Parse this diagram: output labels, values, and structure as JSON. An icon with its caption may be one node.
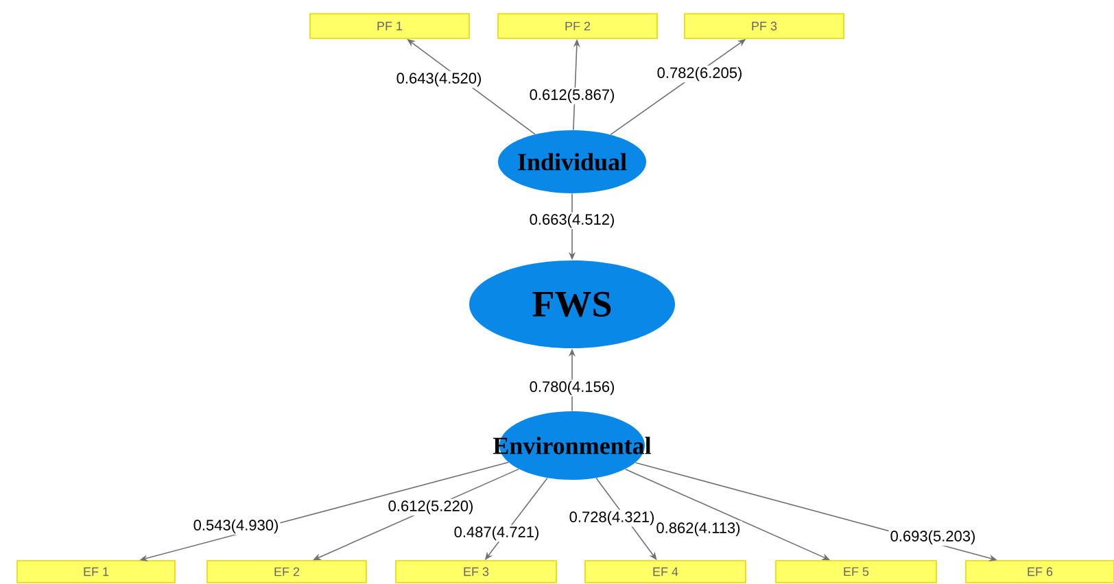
{
  "diagram": {
    "nodes": [
      {
        "text": [
          "PF 1"
        ]
      },
      {
        "text": [
          "PF 2"
        ]
      },
      {
        "text": [
          "PF 3"
        ]
      },
      {
        "text": [
          "Individual"
        ]
      },
      {
        "text": [
          "FWS"
        ]
      },
      {
        "text": [
          "Environmental"
        ]
      },
      {
        "text": [
          "EF 1"
        ]
      },
      {
        "text": [
          "EF 2"
        ]
      },
      {
        "text": [
          "EF 3"
        ]
      },
      {
        "text": [
          "EF 4"
        ]
      },
      {
        "text": [
          "EF 5"
        ]
      },
      {
        "text": [
          "EF 6"
        ]
      }
    ],
    "edges": [
      {
        "from": 3,
        "to": 0,
        "arrow": "to",
        "label": "0.643(4.520)"
      },
      {
        "from": 3,
        "to": 1,
        "arrow": "to",
        "label": "0.612(5.867)"
      },
      {
        "from": 3,
        "to": 2,
        "arrow": "to",
        "label": "0.782(6.205)"
      },
      {
        "from": 3,
        "to": 4,
        "arrow": "to",
        "label": "0.663(4.512)"
      },
      {
        "from": 5,
        "to": 4,
        "arrow": "to",
        "label": "0.780(4.156)"
      },
      {
        "from": 5,
        "to": 6,
        "arrow": "to",
        "label": "0.543(4.930)"
      },
      {
        "from": 5,
        "to": 7,
        "arrow": "to",
        "label": "0.612(5.220)"
      },
      {
        "from": 5,
        "to": 8,
        "arrow": "to",
        "label": "0.487(4.721)"
      },
      {
        "from": 5,
        "to": 9,
        "arrow": "to",
        "label": "0.728(4.321)"
      },
      {
        "from": 5,
        "to": 10,
        "arrow": "to",
        "label": "0.862(4.113)"
      },
      {
        "from": 5,
        "to": 11,
        "arrow": "to",
        "label": "0.693(5.203)"
      }
    ]
  }
}
